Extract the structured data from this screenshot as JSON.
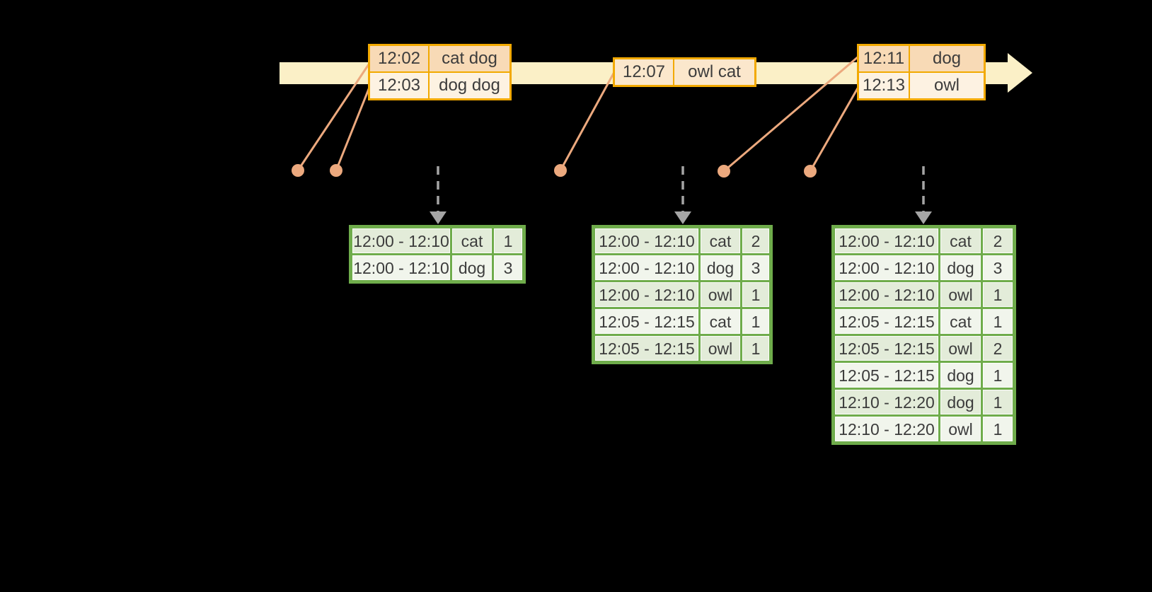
{
  "timeline": {
    "band_color": "#FBF0C7",
    "direction": "left-to-right"
  },
  "event_tables": [
    {
      "id": "events-12-02",
      "rows": [
        {
          "time": "12:02",
          "words": "cat dog"
        },
        {
          "time": "12:03",
          "words": "dog dog"
        }
      ]
    },
    {
      "id": "events-12-07",
      "rows": [
        {
          "time": "12:07",
          "words": "owl cat"
        }
      ]
    },
    {
      "id": "events-12-11",
      "rows": [
        {
          "time": "12:11",
          "words": "dog"
        },
        {
          "time": "12:13",
          "words": "owl"
        }
      ]
    }
  ],
  "result_tables": [
    {
      "id": "result-trigger-1",
      "rows": [
        {
          "window": "12:00 - 12:10",
          "word": "cat",
          "count": "1"
        },
        {
          "window": "12:00 - 12:10",
          "word": "dog",
          "count": "3"
        }
      ]
    },
    {
      "id": "result-trigger-2",
      "rows": [
        {
          "window": "12:00 - 12:10",
          "word": "cat",
          "count": "2"
        },
        {
          "window": "12:00 - 12:10",
          "word": "dog",
          "count": "3"
        },
        {
          "window": "12:00 - 12:10",
          "word": "owl",
          "count": "1"
        },
        {
          "window": "12:05 - 12:15",
          "word": "cat",
          "count": "1"
        },
        {
          "window": "12:05 - 12:15",
          "word": "owl",
          "count": "1"
        }
      ]
    },
    {
      "id": "result-trigger-3",
      "rows": [
        {
          "window": "12:00 - 12:10",
          "word": "cat",
          "count": "2"
        },
        {
          "window": "12:00 - 12:10",
          "word": "dog",
          "count": "3"
        },
        {
          "window": "12:00 - 12:10",
          "word": "owl",
          "count": "1"
        },
        {
          "window": "12:05 - 12:15",
          "word": "cat",
          "count": "1"
        },
        {
          "window": "12:05 - 12:15",
          "word": "owl",
          "count": "2"
        },
        {
          "window": "12:05 - 12:15",
          "word": "dog",
          "count": "1"
        },
        {
          "window": "12:10 - 12:20",
          "word": "dog",
          "count": "1"
        },
        {
          "window": "12:10 - 12:20",
          "word": "owl",
          "count": "1"
        }
      ]
    }
  ],
  "colors": {
    "background": "#000000",
    "timeline_band": "#FBF0C7",
    "event_table_border": "#F2A900",
    "event_row_dark": "#F8DAB6",
    "event_row_light": "#FDF2E2",
    "event_row_single": "#FBE7CC",
    "connector_and_dots": "#ECA97E",
    "trigger_arrow_gray": "#A5A5A5",
    "result_table_border": "#6FAC4B",
    "result_row_dark": "#E3ECD9",
    "result_row_light": "#F1F5EC",
    "text": "#3C3C3C"
  }
}
